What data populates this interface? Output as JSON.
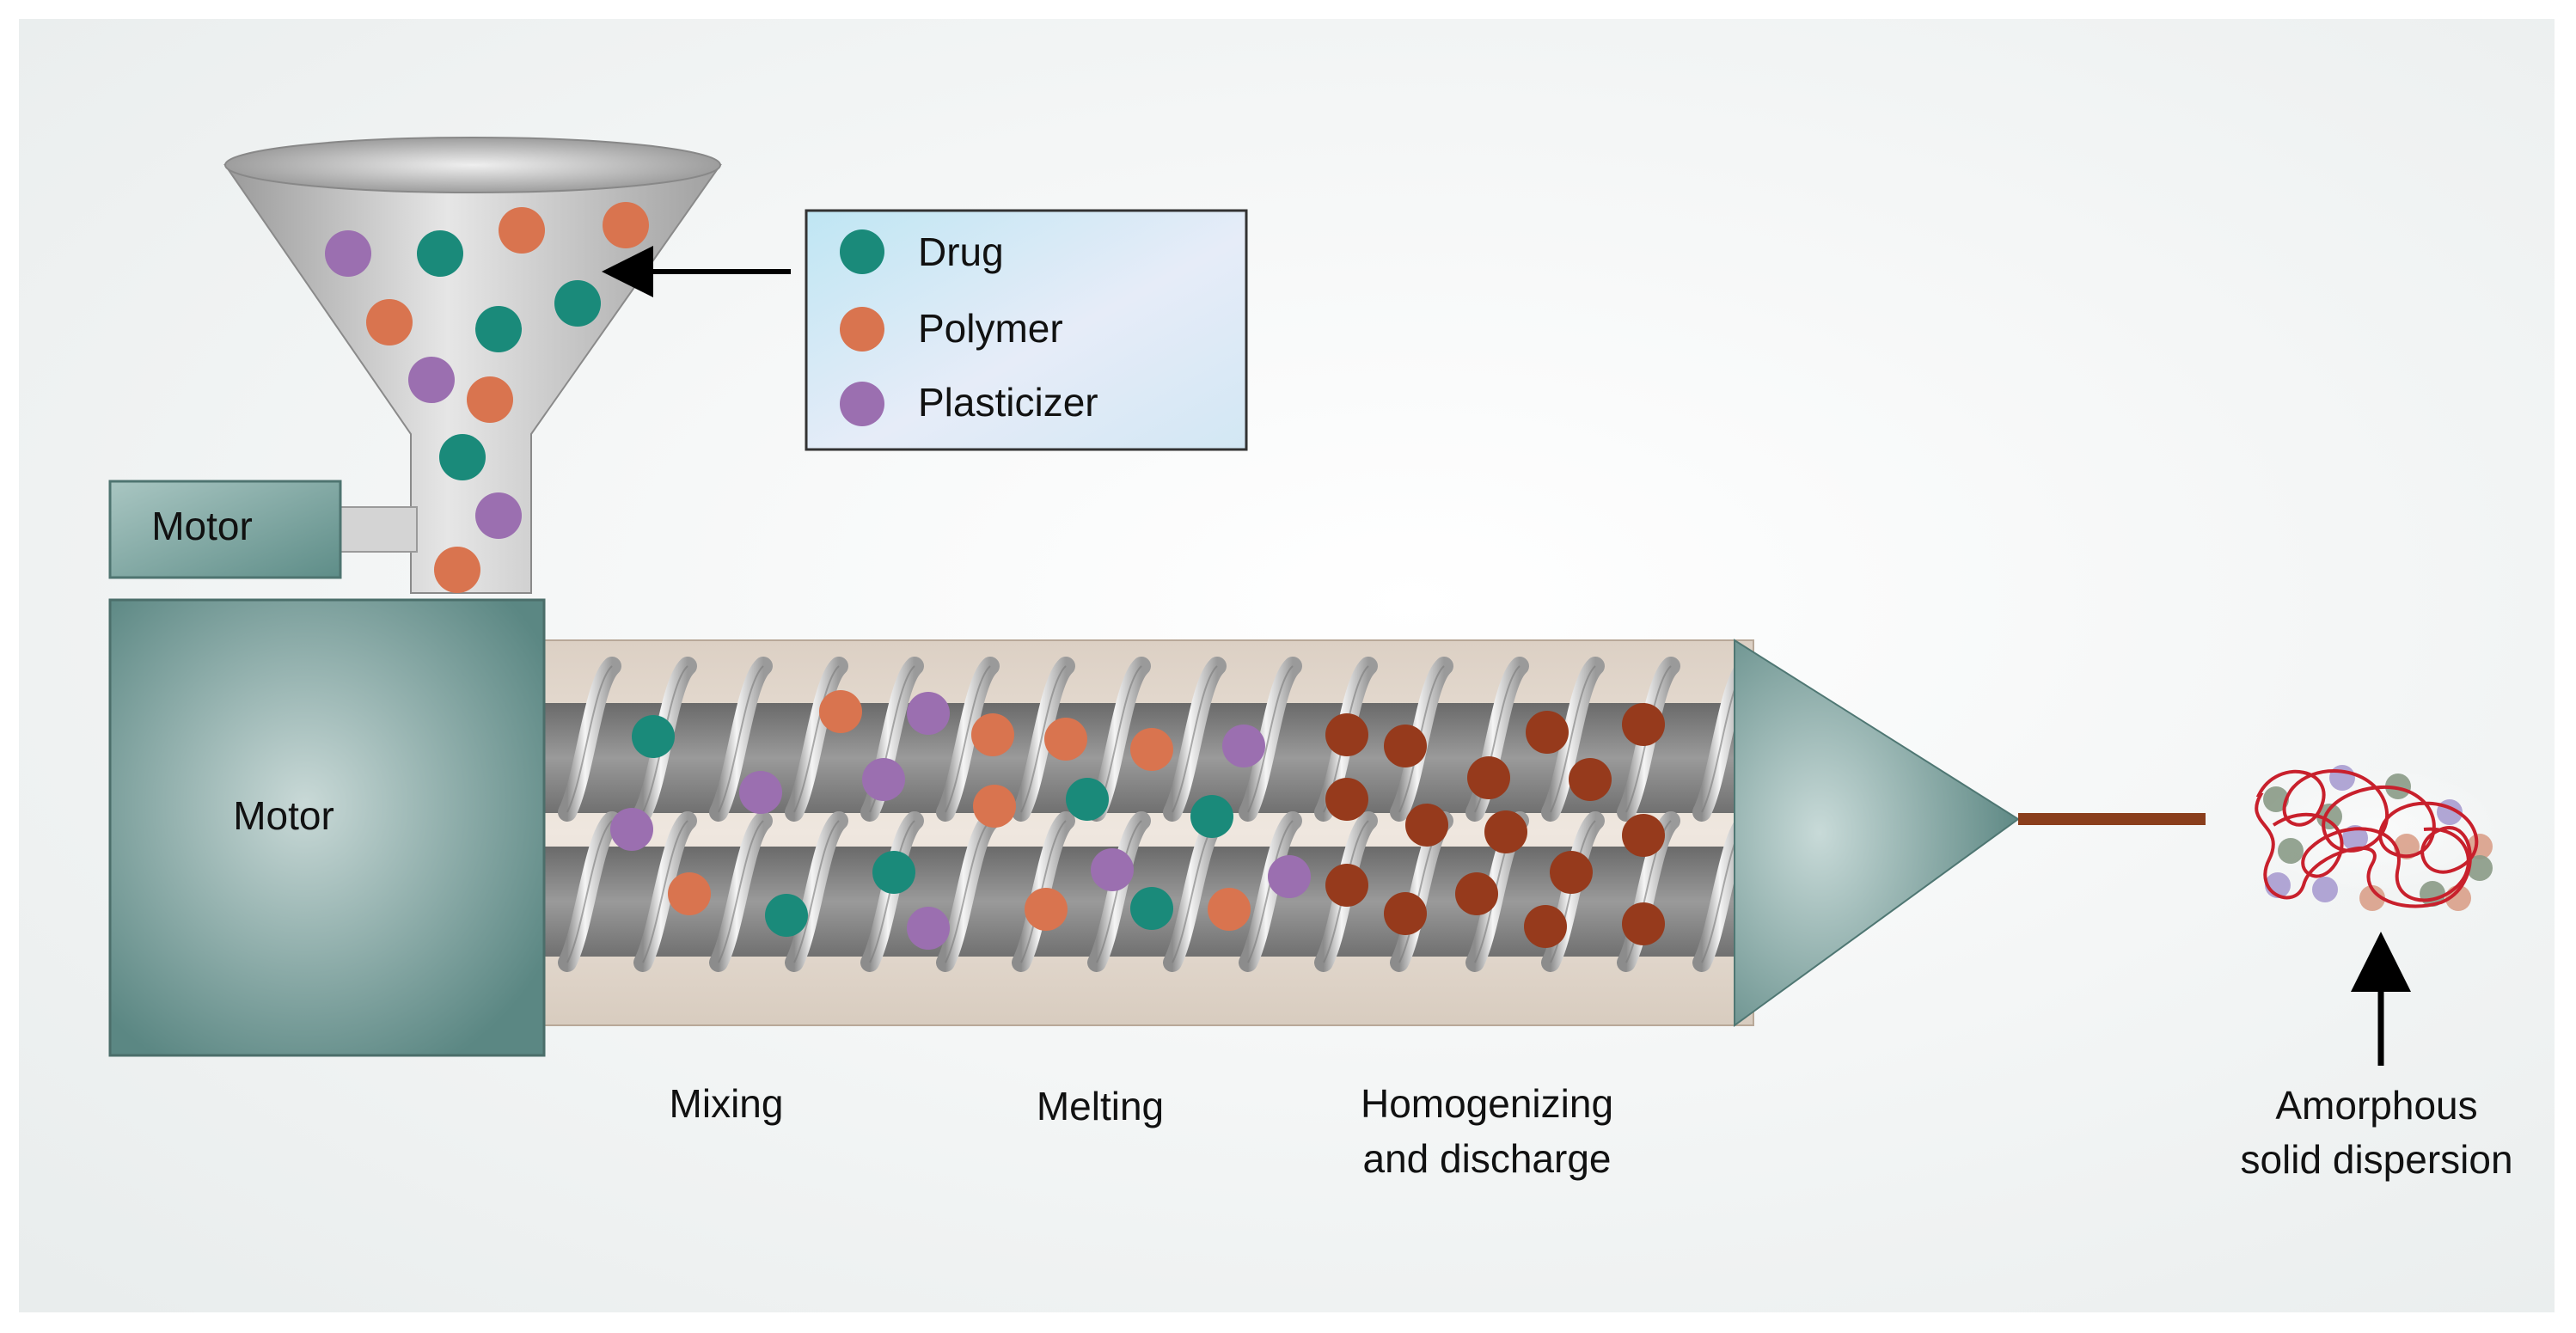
{
  "legend": {
    "items": [
      {
        "label": "Drug",
        "color": "#1a8a7a"
      },
      {
        "label": "Polymer",
        "color": "#d9744f"
      },
      {
        "label": "Plasticizer",
        "color": "#9b6fb0"
      }
    ]
  },
  "components": {
    "small_motor_label": "Motor",
    "main_motor_label": "Motor"
  },
  "stages": {
    "mixing": "Mixing",
    "melting": "Melting",
    "homogenizing_line1": "Homogenizing",
    "homogenizing_line2": "and discharge"
  },
  "output": {
    "line1": "Amorphous",
    "line2": "solid dispersion"
  },
  "colors": {
    "drug": "#1a8a7a",
    "polymer": "#d9744f",
    "plasticizer": "#9b6fb0",
    "melt": "#963a1c",
    "motor": "#6f9c98",
    "strand": "#8a3e1c",
    "tangle": "#c8202c"
  }
}
